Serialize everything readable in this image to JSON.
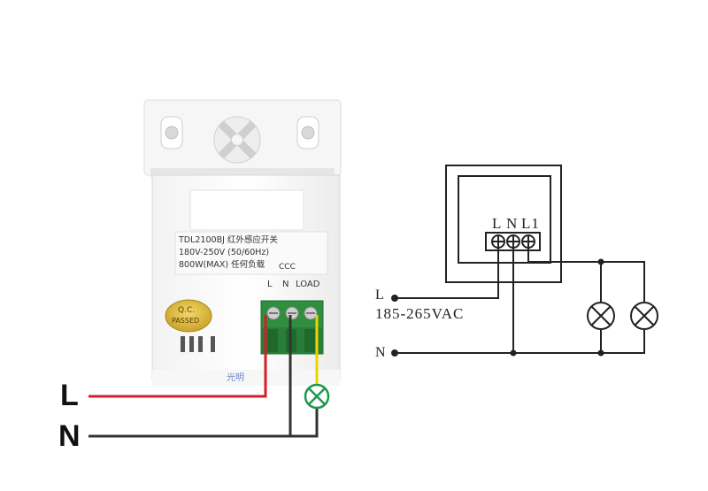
{
  "device": {
    "model_line": "TDL2100BJ 红外感应开关",
    "voltage_line": "180V-250V (50/60Hz)",
    "power_line": "800W(MAX)  任何负载",
    "cert_mark": "CCC",
    "qc_badge_line1": "Q.C.",
    "qc_badge_line2": "PASSED",
    "terminal_labels": [
      "L",
      "N",
      "LOAD"
    ],
    "brand_text": "光明"
  },
  "left_wiring": {
    "line_label": "L",
    "neutral_label": "N",
    "colors": {
      "line_wire": "#d0202a",
      "neutral_wire": "#333333",
      "load_wire": "#e8d400",
      "lamp": "#1b9a4a"
    }
  },
  "schematic": {
    "terminal_labels": [
      "L",
      "N",
      "L1"
    ],
    "line_label": "L",
    "neutral_label": "N",
    "voltage_label": "185-265VAC",
    "lamp_count": 2,
    "wire_color": "#222222"
  }
}
